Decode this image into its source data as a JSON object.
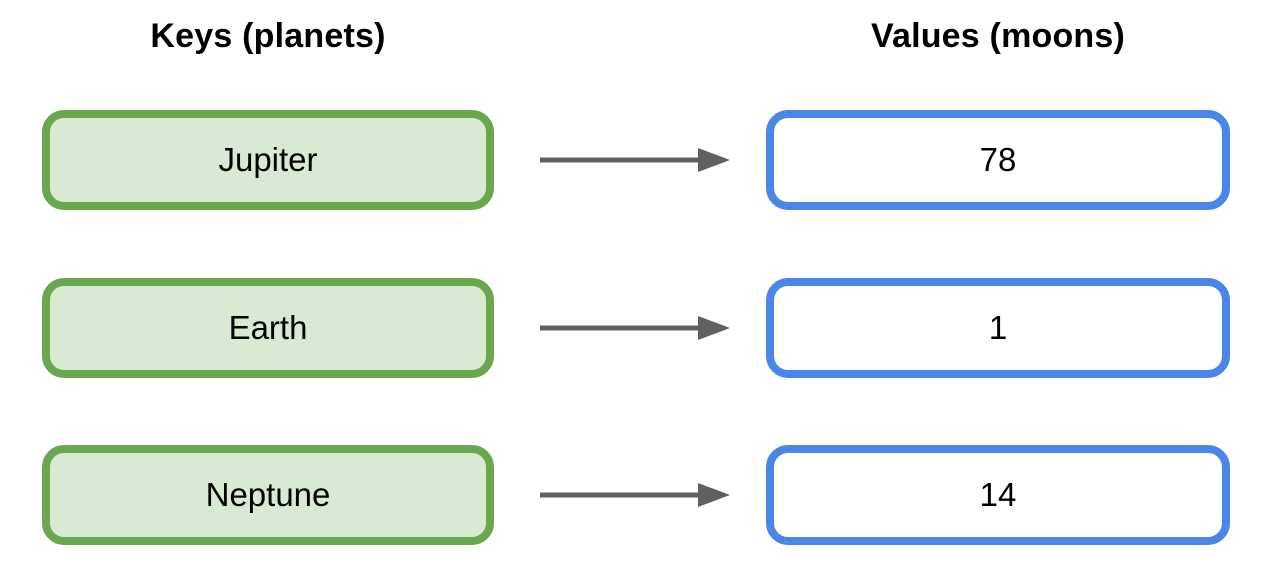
{
  "diagram": {
    "columns": {
      "keys_header": "Keys (planets)",
      "values_header": "Values (moons)"
    },
    "rows": [
      {
        "key": "Jupiter",
        "value": "78"
      },
      {
        "key": "Earth",
        "value": "1"
      },
      {
        "key": "Neptune",
        "value": "14"
      }
    ],
    "colors": {
      "key_box_border": "#6aa84f",
      "key_box_fill": "#d9ead3",
      "value_box_border": "#4a86e8",
      "value_box_fill": "#ffffff",
      "arrow": "#606060",
      "text": "#000000"
    }
  }
}
